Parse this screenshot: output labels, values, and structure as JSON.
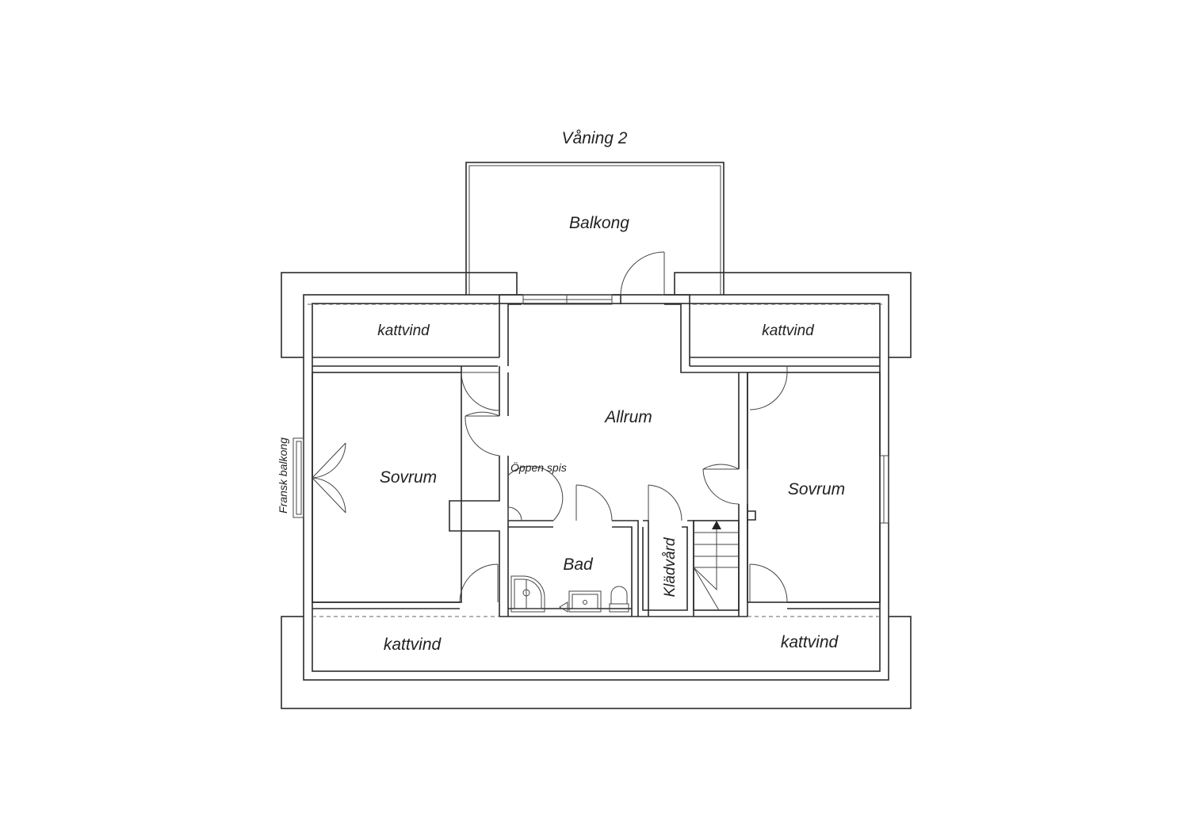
{
  "title": "Våning 2",
  "rooms": {
    "balcony": "Balkong",
    "attic_top_left": "kattvind",
    "attic_top_right": "kattvind",
    "living": "Allrum",
    "bedroom_left": "Sovrum",
    "bedroom_right": "Sovrum",
    "fireplace": "Öppen spis",
    "bathroom": "Bad",
    "laundry": "Klädvård",
    "attic_bottom_left": "kattvind",
    "attic_bottom_right": "kattvind",
    "french_balcony": "Fransk balkong"
  },
  "colors": {
    "line": "#2b2b2b",
    "background": "#ffffff"
  },
  "icons": [
    "door-swing-icon",
    "stair-arrow-icon",
    "shower-icon",
    "sink-icon",
    "toilet-icon",
    "window-icon"
  ]
}
